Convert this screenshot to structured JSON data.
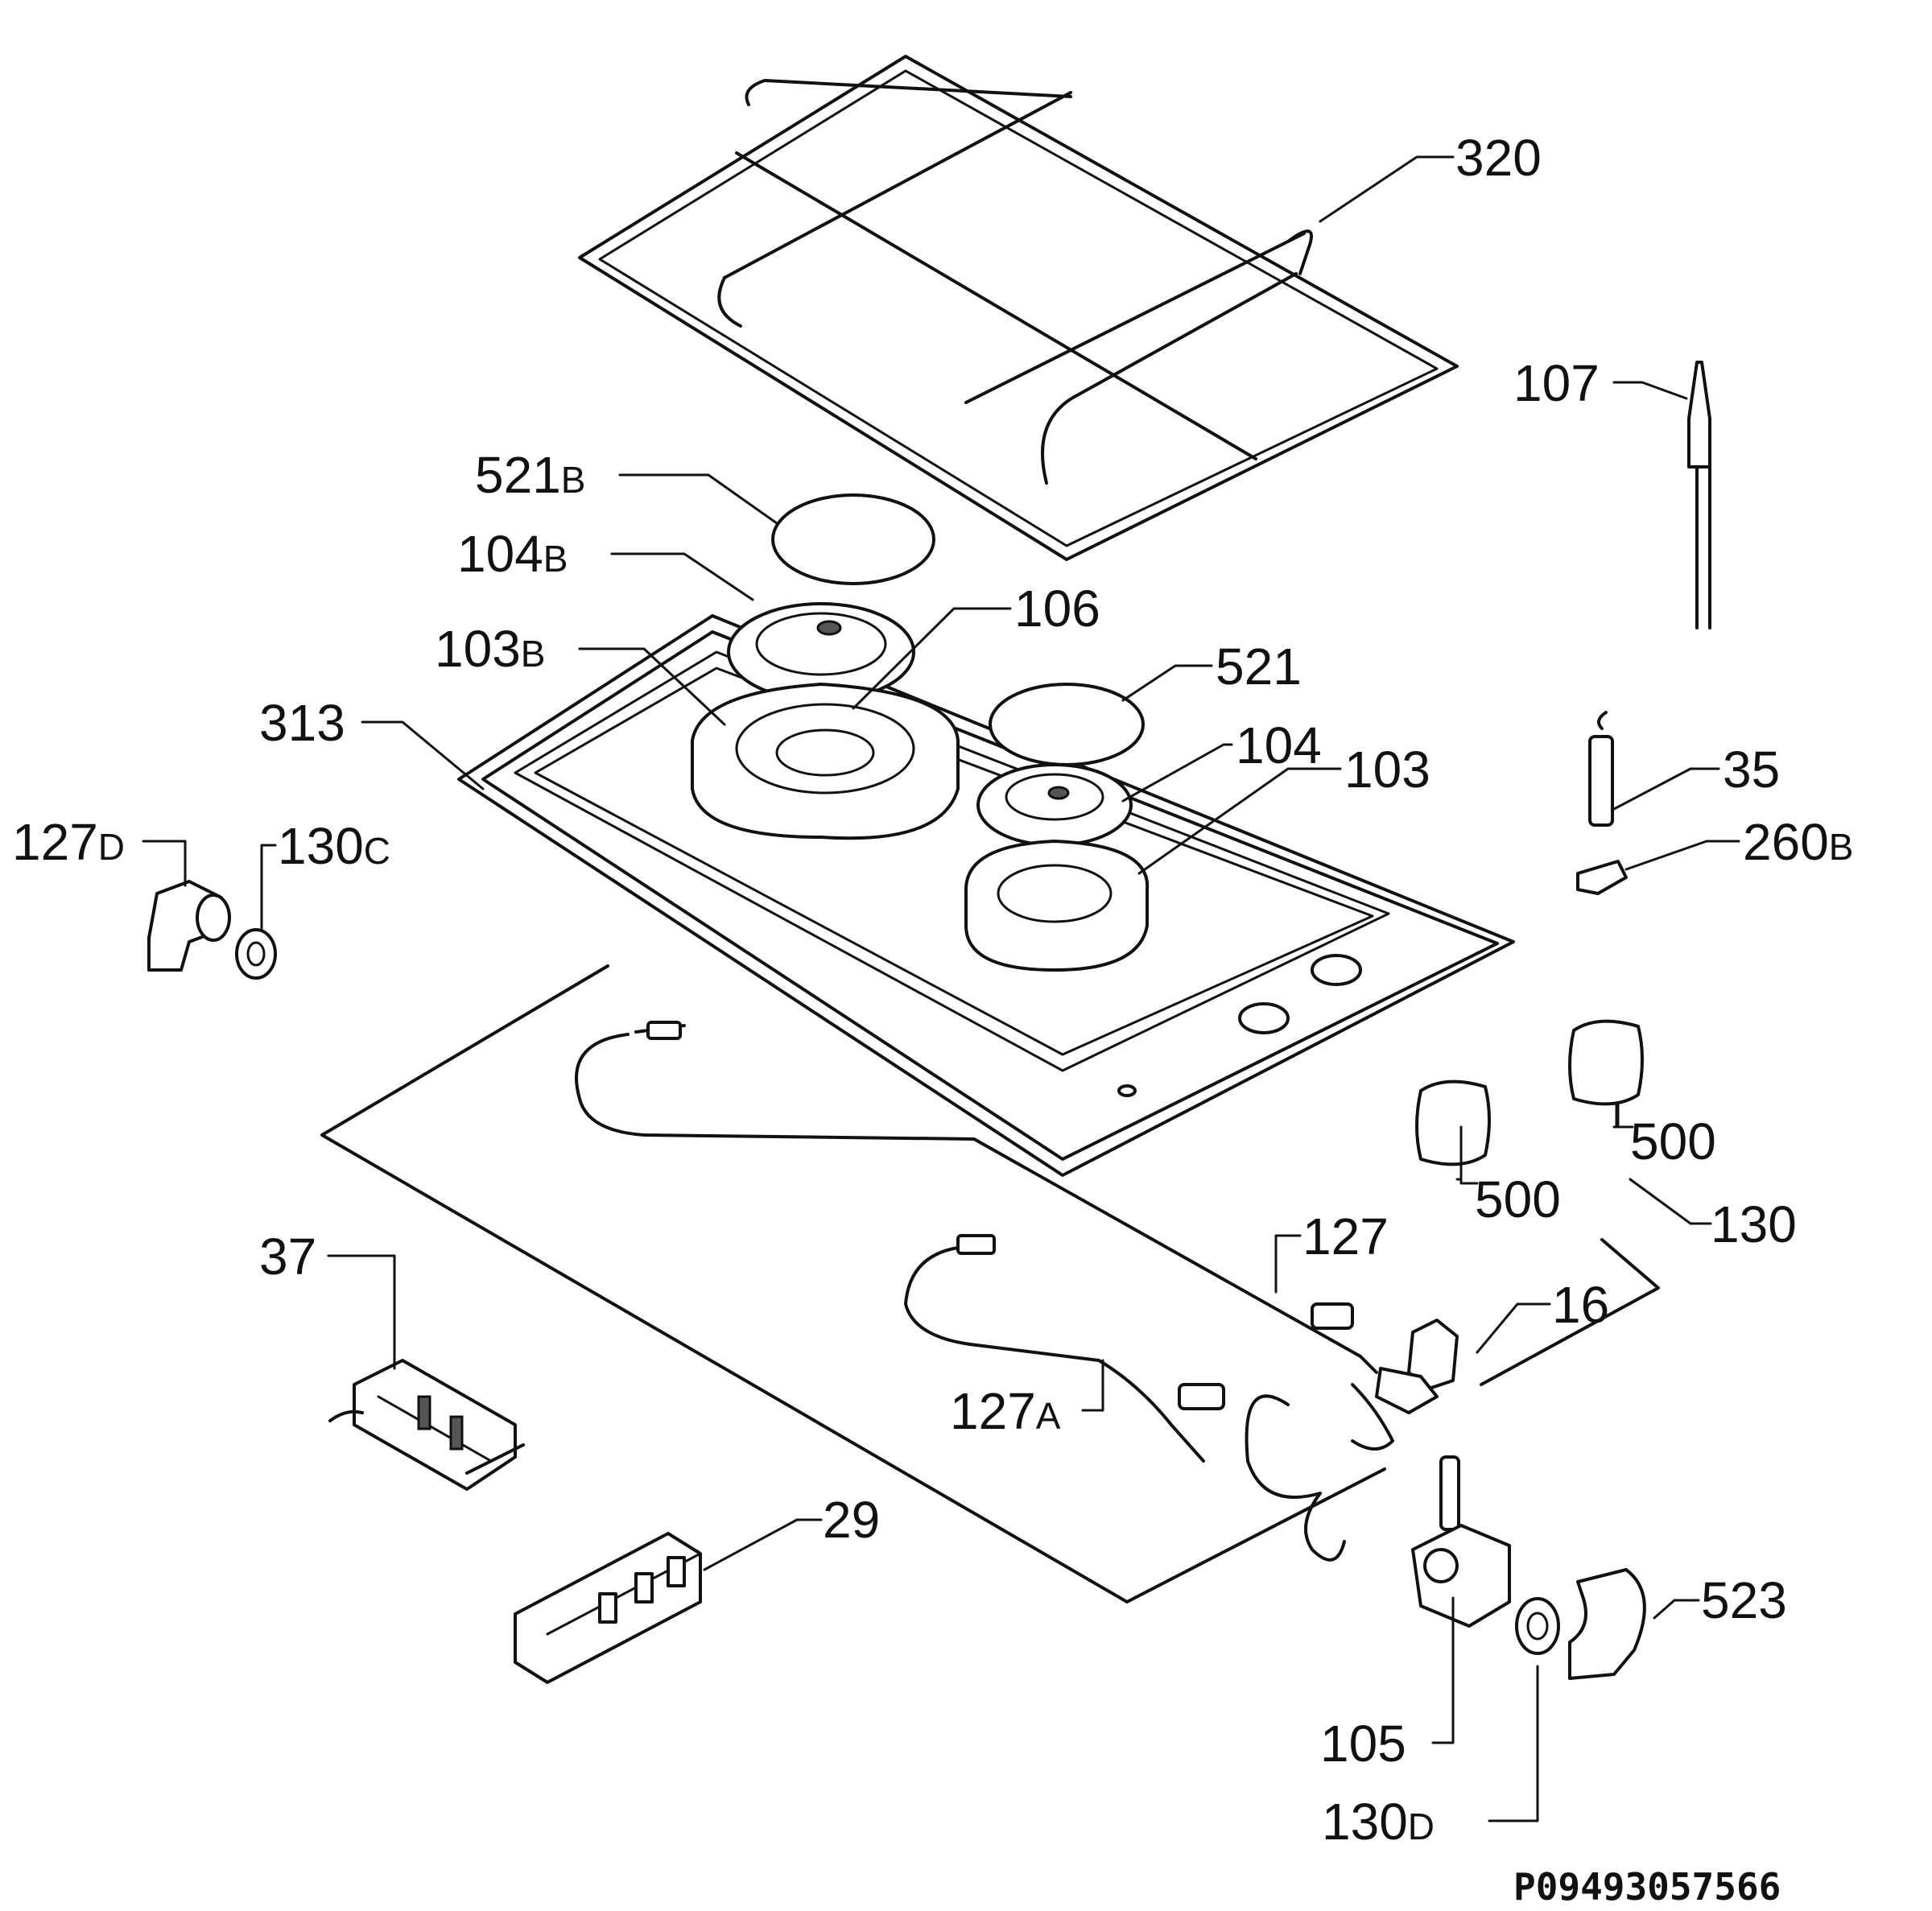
{
  "diagram": {
    "drawing_code": "P09493057566",
    "callouts": {
      "p320": {
        "num": "320"
      },
      "p107": {
        "num": "107"
      },
      "p521b": {
        "num": "521",
        "suffix": "B"
      },
      "p104b": {
        "num": "104",
        "suffix": "B"
      },
      "p106": {
        "num": "106"
      },
      "p103b": {
        "num": "103",
        "suffix": "B"
      },
      "p521": {
        "num": "521"
      },
      "p313": {
        "num": "313"
      },
      "p104": {
        "num": "104"
      },
      "p103": {
        "num": "103"
      },
      "p35": {
        "num": "35"
      },
      "p260b": {
        "num": "260",
        "suffix": "B"
      },
      "p127d": {
        "num": "127",
        "suffix": "D"
      },
      "p130c": {
        "num": "130",
        "suffix": "C"
      },
      "p500a": {
        "num": "500"
      },
      "p500b": {
        "num": "500"
      },
      "p130": {
        "num": "130"
      },
      "p127": {
        "num": "127"
      },
      "p37": {
        "num": "37"
      },
      "p16": {
        "num": "16"
      },
      "p127a": {
        "num": "127",
        "suffix": "A"
      },
      "p29": {
        "num": "29"
      },
      "p523": {
        "num": "523"
      },
      "p105": {
        "num": "105"
      },
      "p130d": {
        "num": "130",
        "suffix": "D"
      }
    }
  }
}
